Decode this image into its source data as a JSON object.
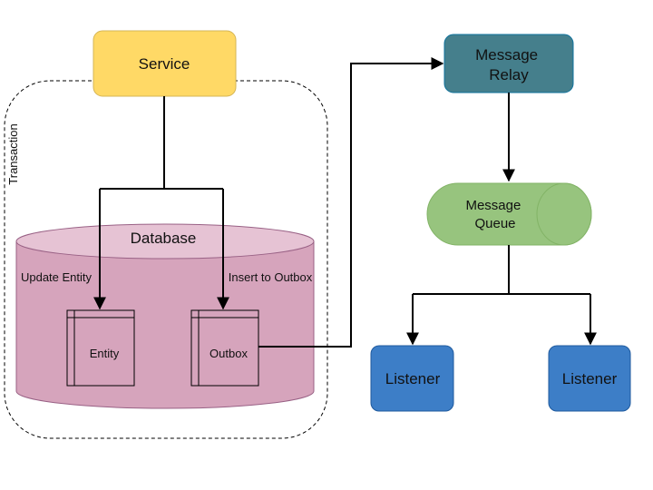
{
  "nodes": {
    "service": "Service",
    "transaction": "Transaction",
    "database": "Database",
    "update_entity": "Update Entity",
    "insert_outbox": "Insert to Outbox",
    "entity": "Entity",
    "outbox": "Outbox",
    "relay": [
      "Message",
      "Relay"
    ],
    "queue": [
      "Message",
      "Queue"
    ],
    "listener_left": "Listener",
    "listener_right": "Listener"
  },
  "colors": {
    "service": "#ffd966",
    "service_stroke": "#d6b656",
    "database": "#d6a4bc",
    "database_top": "#e6c3d4",
    "database_stroke": "#996185",
    "relay": "#457f8c",
    "relay_stroke": "#10739e",
    "queue": "#97c47e",
    "queue_stroke": "#82b366",
    "listener": "#3d7ec7",
    "listener_stroke": "#1f5a9e"
  }
}
